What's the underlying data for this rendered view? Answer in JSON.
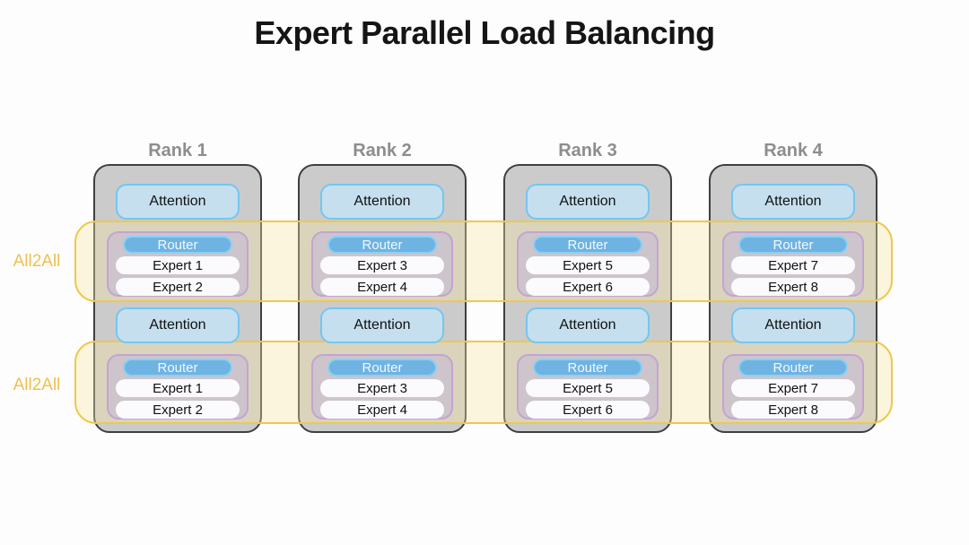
{
  "title": "Expert Parallel Load Balancing",
  "all2all": {
    "band_1_label": "All2All",
    "band_2_label": "All2All"
  },
  "ranks": [
    {
      "label": "Rank 1",
      "layers": [
        {
          "attention": "Attention",
          "router": "Router",
          "experts": [
            "Expert 1",
            "Expert 2"
          ]
        },
        {
          "attention": "Attention",
          "router": "Router",
          "experts": [
            "Expert 1",
            "Expert 2"
          ]
        }
      ]
    },
    {
      "label": "Rank 2",
      "layers": [
        {
          "attention": "Attention",
          "router": "Router",
          "experts": [
            "Expert 3",
            "Expert 4"
          ]
        },
        {
          "attention": "Attention",
          "router": "Router",
          "experts": [
            "Expert 3",
            "Expert 4"
          ]
        }
      ]
    },
    {
      "label": "Rank 3",
      "layers": [
        {
          "attention": "Attention",
          "router": "Router",
          "experts": [
            "Expert 5",
            "Expert 6"
          ]
        },
        {
          "attention": "Attention",
          "router": "Router",
          "experts": [
            "Expert 5",
            "Expert 6"
          ]
        }
      ]
    },
    {
      "label": "Rank 4",
      "layers": [
        {
          "attention": "Attention",
          "router": "Router",
          "experts": [
            "Expert 7",
            "Expert 8"
          ]
        },
        {
          "attention": "Attention",
          "router": "Router",
          "experts": [
            "Expert 7",
            "Expert 8"
          ]
        }
      ]
    }
  ],
  "colors": {
    "band_border": "#eec84e",
    "band_fill": "rgba(246,228,160,0.35)",
    "all2all_text": "#efc04f",
    "rank_fill": "#cbcbcb",
    "rank_border": "#3f3f3f",
    "rank_label_text": "#8d8d8d",
    "attention_fill": "#c6dfee",
    "attention_border": "#74c6f0",
    "router_fill": "#6fb3e3",
    "router_border": "#8ad1f4",
    "expert_fill": "#fbfafc",
    "group_fill": "#cdc4cc",
    "group_border": "#c5a3d2"
  }
}
